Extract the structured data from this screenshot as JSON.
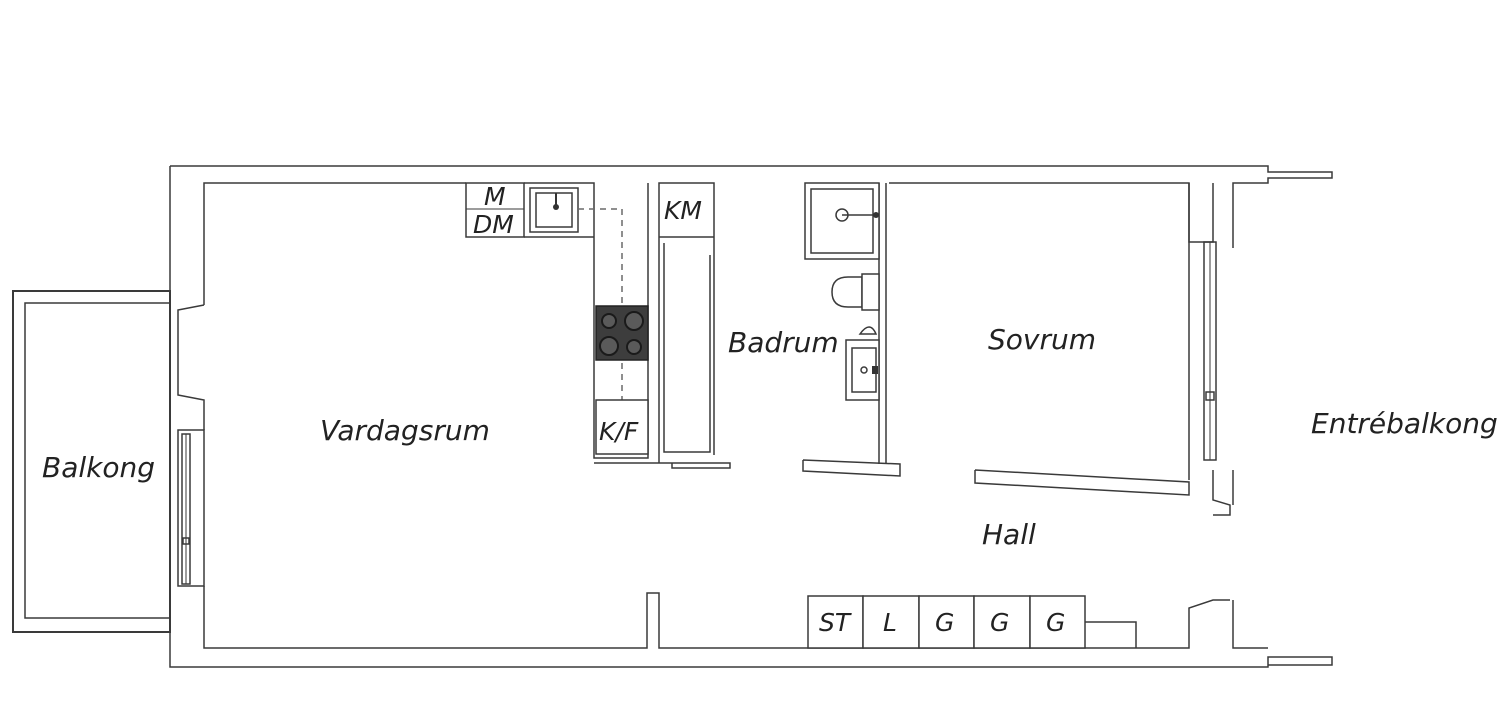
{
  "rooms": {
    "vardagsrum": "Vardagsrum",
    "balkong": "Balkong",
    "badrum": "Badrum",
    "sovrum": "Sovrum",
    "hall": "Hall",
    "entrebalkong": "Entrébalkong"
  },
  "fixtures": {
    "microwave": "M",
    "dishwasher": "DM",
    "washing_machine": "KM",
    "fridge_freezer": "K/F"
  },
  "wardrobes": [
    "ST",
    "L",
    "G",
    "G",
    "G"
  ]
}
